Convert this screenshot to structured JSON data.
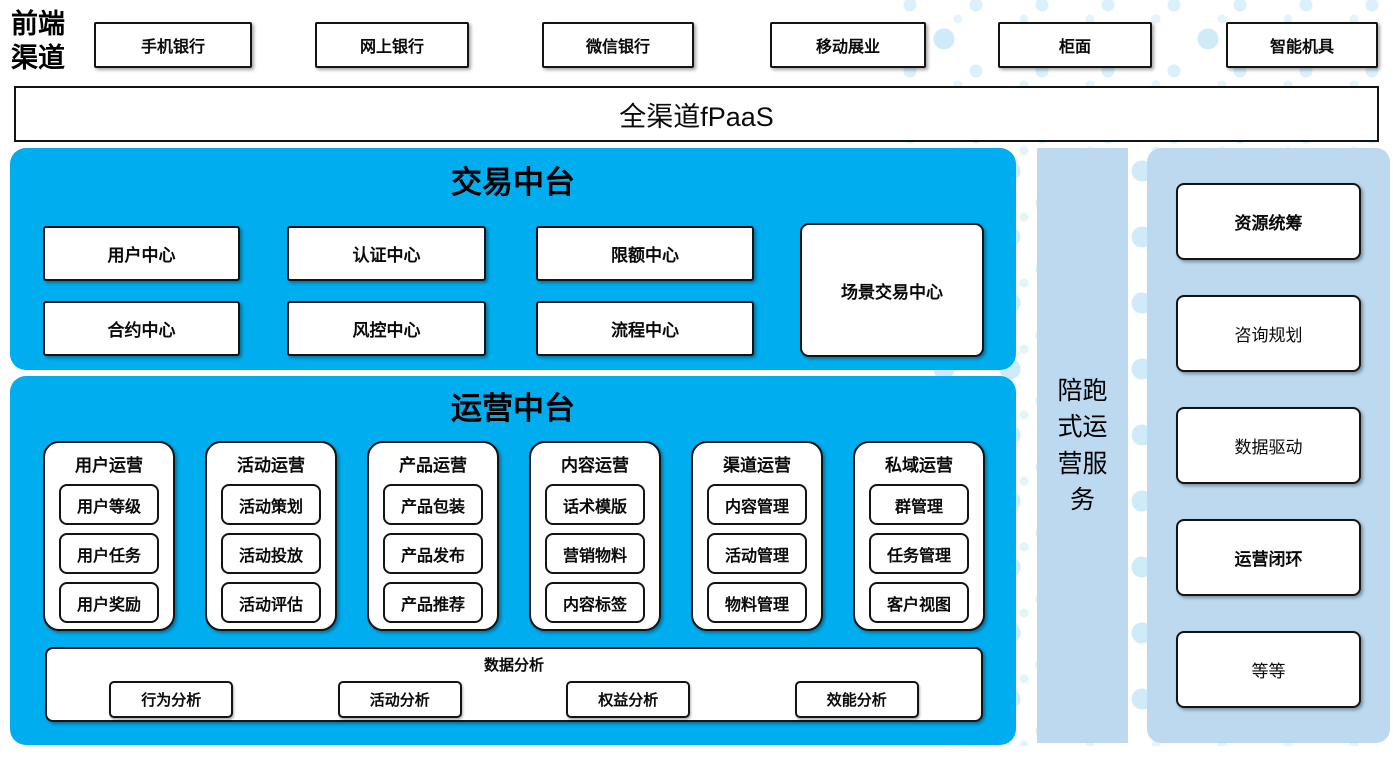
{
  "front_channels": {
    "label": "前端渠道",
    "items": [
      "手机银行",
      "网上银行",
      "微信银行",
      "移动展业",
      "柜面",
      "智能机具"
    ]
  },
  "fpaas": {
    "label": "全渠道fPaaS"
  },
  "trade_platform": {
    "title": "交易中台",
    "centers": [
      "用户中心",
      "认证中心",
      "限额中心",
      "合约中心",
      "风控中心",
      "流程中心"
    ],
    "scene_center": "场景交易中心"
  },
  "operation_platform": {
    "title": "运营中台",
    "groups": [
      {
        "title": "用户运营",
        "items": [
          "用户等级",
          "用户任务",
          "用户奖励"
        ]
      },
      {
        "title": "活动运营",
        "items": [
          "活动策划",
          "活动投放",
          "活动评估"
        ]
      },
      {
        "title": "产品运营",
        "items": [
          "产品包装",
          "产品发布",
          "产品推荐"
        ]
      },
      {
        "title": "内容运营",
        "items": [
          "话术模版",
          "营销物料",
          "内容标签"
        ]
      },
      {
        "title": "渠道运营",
        "items": [
          "内容管理",
          "活动管理",
          "物料管理"
        ]
      },
      {
        "title": "私域运营",
        "items": [
          "群管理",
          "任务管理",
          "客户视图"
        ]
      }
    ],
    "data_analysis": {
      "title": "数据分析",
      "items": [
        "行为分析",
        "活动分析",
        "权益分析",
        "效能分析"
      ]
    }
  },
  "side_service": {
    "label": "陪跑式运营服务"
  },
  "right_panel": {
    "items": [
      {
        "label": "资源统筹",
        "bold": true
      },
      {
        "label": "咨询规划",
        "bold": false
      },
      {
        "label": "数据驱动",
        "bold": false
      },
      {
        "label": "运营闭环",
        "bold": true
      },
      {
        "label": "等等",
        "bold": false
      }
    ]
  },
  "colors": {
    "cyan": "#00AEEF",
    "light_blue": "#BCD9F0",
    "dot": "#CFEAF8",
    "border": "#141414"
  }
}
